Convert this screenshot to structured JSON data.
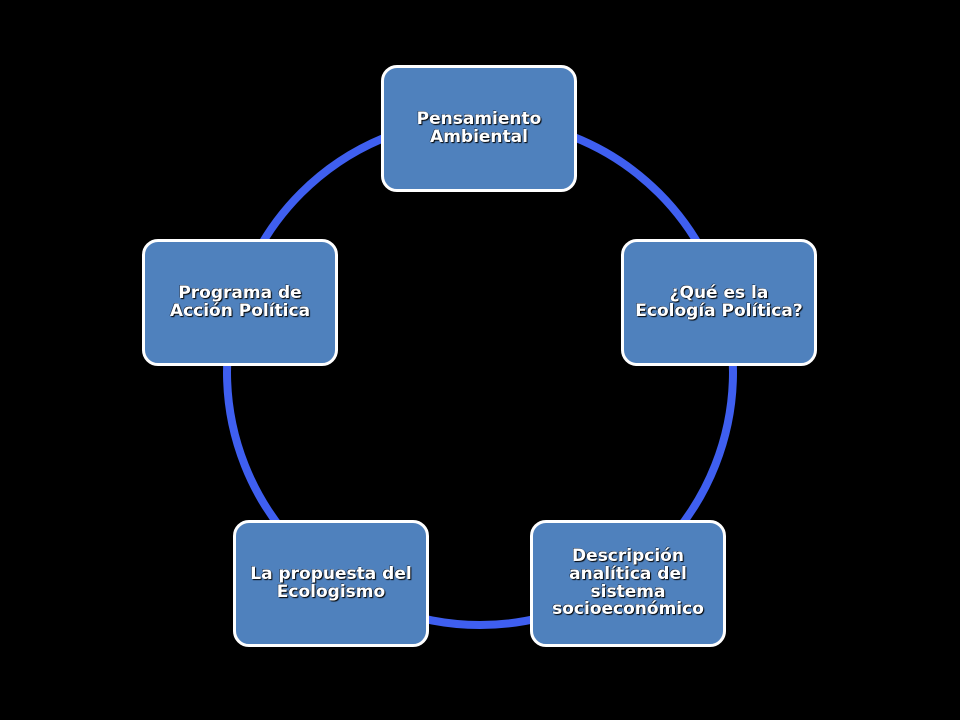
{
  "diagram": {
    "type": "cycle",
    "colors": {
      "background": "#000000",
      "node_fill": "#4f81bd",
      "node_border": "#ffffff",
      "connector": "#3f5ff0",
      "text": "#ffffff"
    },
    "nodes": [
      {
        "label": "Pensamiento Ambiental"
      },
      {
        "label": "¿Qué es la Ecología Política?"
      },
      {
        "label": "Descripción analítica del sistema socioeconómico"
      },
      {
        "label": "La propuesta del Ecologismo"
      },
      {
        "label": "Programa de Acción Política"
      }
    ]
  }
}
